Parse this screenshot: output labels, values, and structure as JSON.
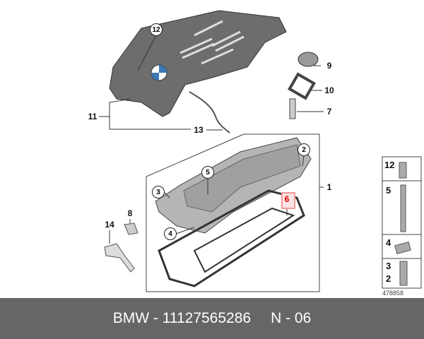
{
  "callouts": {
    "c1": "1",
    "c2": "2",
    "c3": "3",
    "c4": "4",
    "c5": "5",
    "c6": "6",
    "c7": "7",
    "c8": "8",
    "c9": "9",
    "c10": "10",
    "c11": "11",
    "c12": "12",
    "c13": "13",
    "c14": "14"
  },
  "highlight_color": "#dd0000",
  "side_panel": {
    "items": [
      "12",
      "5",
      "4",
      "3",
      "2"
    ]
  },
  "catalog_number": "478858",
  "footer": {
    "part": "BMW - 11127565286",
    "note": "N - 06",
    "background": "#666666"
  }
}
